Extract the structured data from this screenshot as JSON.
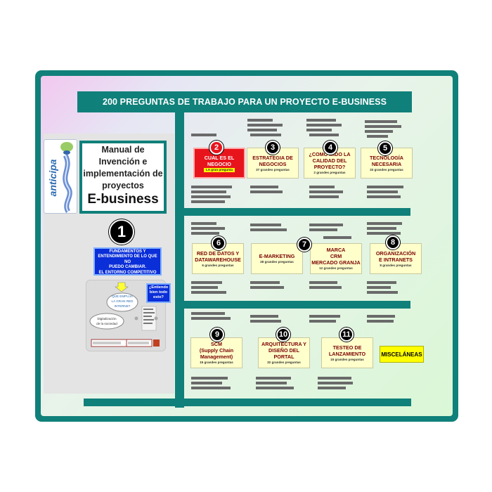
{
  "title": "200 PREGUNTAS DE TRABAJO PARA UN PROYECTO E-BUSINESS",
  "logo": {
    "text": "anticipa"
  },
  "manual": {
    "line1": "Manual de",
    "line2": "Invención e",
    "line3": "implementación de",
    "line4": "proyectos",
    "line5": "E-business"
  },
  "section1": {
    "number": "1",
    "fund_lines": [
      "FUNDAMENTOS Y",
      "ENTENDIMIENTO DE LO QUE NO",
      "PUEDO CAMBIAR.",
      "EL ENTORNO COMPETITIVO"
    ]
  },
  "sketch": {
    "bubble1": [
      "QUE EMPUJA",
      "LA GRAN RED",
      "INTERNET"
    ],
    "bubble2": [
      "Digitalización",
      "de la sociedad"
    ],
    "ask": [
      "¿Entiendo",
      "bien todo",
      "esto?"
    ]
  },
  "boxes": [
    {
      "num": "2",
      "lines": [
        "CUAL ES EL",
        "NEGOCIO"
      ],
      "sub": "LA gran pregunta"
    },
    {
      "num": "3",
      "lines": [
        "ESTRATEGIA DE",
        "NEGOCIOS"
      ],
      "sub": "37 grandes preguntas"
    },
    {
      "num": "4",
      "lines": [
        "¿COMO MIDO LA",
        "CALIDAD DEL",
        "PROYECTO?"
      ],
      "sub": "2 grandes preguntas"
    },
    {
      "num": "5",
      "lines": [
        "TECNOLOGÍA",
        "NECESARIA"
      ],
      "sub": "33 grandes preguntas"
    },
    {
      "num": "6",
      "lines": [
        "RED DE DATOS Y",
        "DATAWAREHOUSE"
      ],
      "sub": "6 grandes preguntas"
    },
    {
      "num": "",
      "lines": [
        "E-MARKETING"
      ],
      "sub": "28 grandes preguntas"
    },
    {
      "num": "7",
      "lines": [
        "MARCA",
        "CRM",
        "MERCADO GRANJA"
      ],
      "sub": "12 grandes preguntas"
    },
    {
      "num": "8",
      "lines": [
        "ORGANIZACIÓN",
        "E INTRANETS"
      ],
      "sub": "8 grandes preguntas"
    },
    {
      "num": "9",
      "lines": [
        "SCM",
        "(Supply Chain",
        "Management)"
      ],
      "sub": "15 grandes preguntas"
    },
    {
      "num": "10",
      "lines": [
        "ARQUITECTURA Y",
        "DISEÑO DEL",
        "PORTAL"
      ],
      "sub": "32 grandes preguntas"
    },
    {
      "num": "11",
      "lines": [
        "TESTEO DE",
        "LANZAMIENTO"
      ],
      "sub": "15 grandes preguntas"
    }
  ],
  "misc": "MISCELÁNEAS",
  "colors": {
    "teal": "#10807a",
    "highlight_red": "#e8141c",
    "box_yellow": "#ffffcc",
    "misc_yellow": "#ffff00",
    "fund_blue": "#0a2ed8"
  }
}
